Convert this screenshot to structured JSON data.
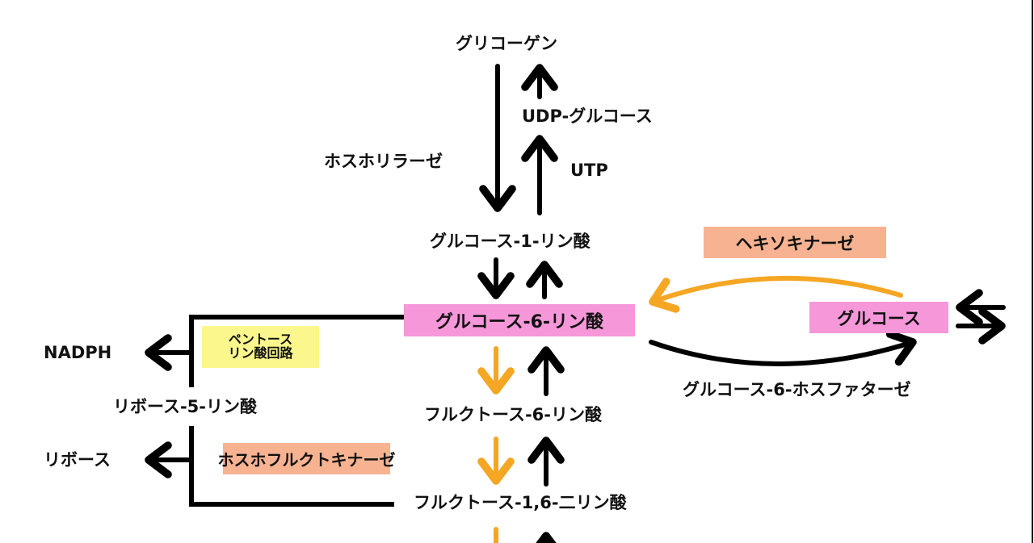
{
  "diagram": {
    "nodes": {
      "glycogen": "グリコーゲン",
      "udp_glucose": "UDP-グルコース",
      "utp": "UTP",
      "phosphorylase": "ホスホリラーゼ",
      "g1p": "グルコース-1-リン酸",
      "g6p": "グルコース-6-リン酸",
      "hexokinase": "ヘキソキナーゼ",
      "glucose": "グルコース",
      "g6pase": "グルコース-6-ホスファターゼ",
      "ppp_line1": "ペントース",
      "ppp_line2": "リン酸回路",
      "nadph": "NADPH",
      "r5p": "リボース-5-リン酸",
      "ribose": "リボース",
      "f6p": "フルクトース-6-リン酸",
      "pfk": "ホスホフルクトキナーゼ",
      "f16bp": "フルクトース-1,6-二リン酸"
    },
    "colors": {
      "substrate_highlight": "#f597d9",
      "enzyme_highlight": "#f7b391",
      "pathway_highlight": "#fbf78c",
      "regulated_arrow": "#f5a623",
      "arrow": "#000000"
    }
  }
}
